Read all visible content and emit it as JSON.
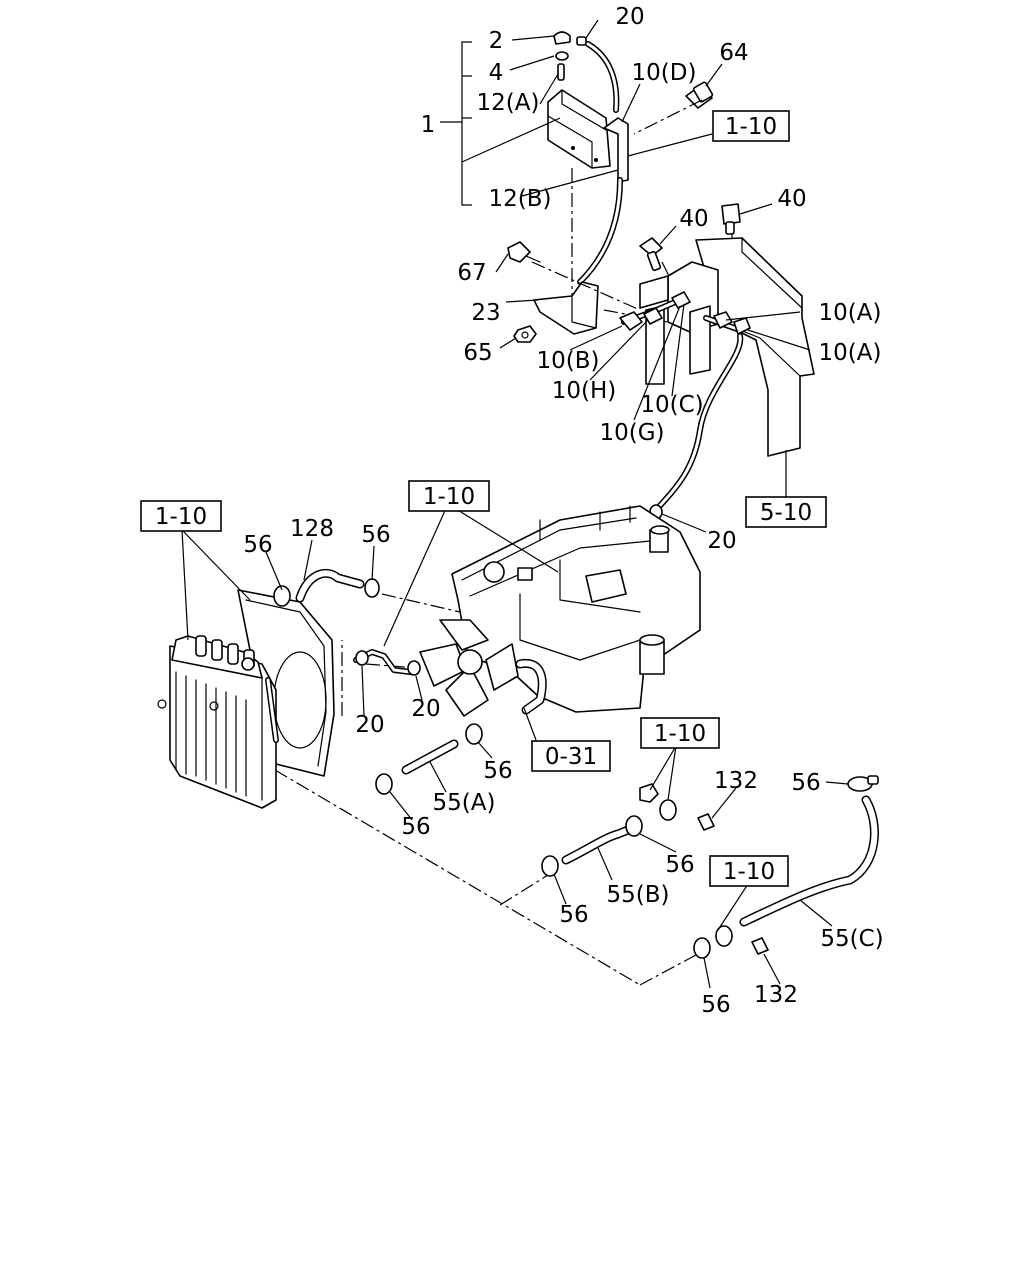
{
  "callouts": {
    "c1": "1",
    "c2": "2",
    "c4": "4",
    "c12a": "12(A)",
    "c12b": "12(B)",
    "c20_top": "20",
    "c10d": "10(D)",
    "c64": "64",
    "c40_a": "40",
    "c40_b": "40",
    "c67": "67",
    "c23": "23",
    "c65": "65",
    "c10b": "10(B)",
    "c10h": "10(H)",
    "c10c": "10(C)",
    "c10g": "10(G)",
    "c10a_1": "10(A)",
    "c10a_2": "10(A)",
    "c20_right": "20",
    "c56_a": "56",
    "c128": "128",
    "c56_b": "56",
    "c20_c": "20",
    "c20_d": "20",
    "c56_c": "56",
    "c55a": "55(A)",
    "c56_d": "56",
    "c132_a": "132",
    "c56_e": "56",
    "c56_f": "56",
    "c55b": "55(B)",
    "c56_g": "56",
    "c55c": "55(C)",
    "c56_h": "56",
    "c132_b": "132"
  },
  "refs": {
    "r_top": "1-10",
    "r_mid": "1-10",
    "r_left": "1-10",
    "r_510": "5-10",
    "r_031": "0-31",
    "r_bot1": "1-10",
    "r_bot2": "1-10"
  }
}
